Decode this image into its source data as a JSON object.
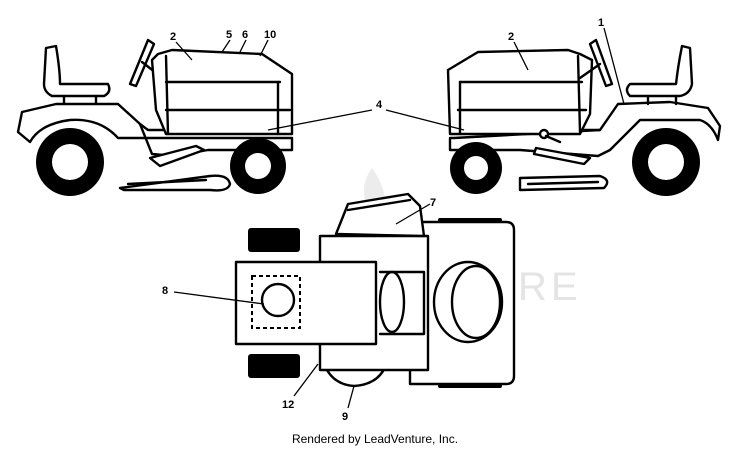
{
  "caption": "Rendered by LeadVenture, Inc.",
  "watermark": "LEADVENTURE",
  "callouts": [
    "1",
    "2",
    "2",
    "4",
    "5",
    "6",
    "7",
    "8",
    "9",
    "10",
    "12"
  ],
  "colors": {
    "line": "#000000",
    "background": "#ffffff",
    "watermark": "#e4e4e4"
  }
}
